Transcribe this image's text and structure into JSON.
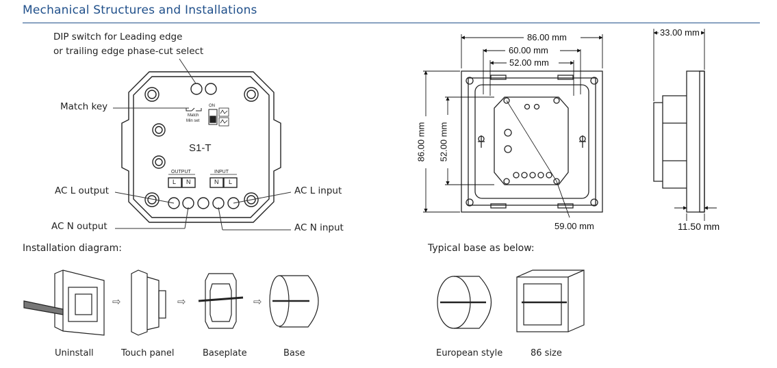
{
  "header": {
    "title": "Mechanical Structures and Installations"
  },
  "front_view": {
    "model": "S1-T",
    "dip_label_line1": "DIP switch for Leading edge",
    "dip_label_line2": "or trailing edge phase-cut select",
    "match_key_label": "Match key",
    "ac_l_output": "AC L output",
    "ac_n_output": "AC N output",
    "ac_l_input": "AC L input",
    "ac_n_input": "AC N input",
    "output_label": "OUTPUT",
    "input_label": "INPUT",
    "terminal_out_l": "L",
    "terminal_out_n": "N",
    "terminal_in_n": "N",
    "terminal_in_l": "L",
    "match_text": "Match",
    "minset_text": "Min set",
    "on_text": "ON"
  },
  "dimensions": {
    "outer_width": "86.00 mm",
    "inner_width": "60.00 mm",
    "module_width": "52.00 mm",
    "outer_height": "86.00 mm",
    "module_height": "52.00 mm",
    "hole_spacing": "59.00 mm",
    "depth_total": "33.00 mm",
    "panel_thickness": "11.50 mm"
  },
  "installation": {
    "heading": "Installation diagram:",
    "steps": [
      "Uninstall",
      "Touch panel",
      "Baseplate",
      "Base"
    ],
    "arrow_glyph": "⇨"
  },
  "typical_base": {
    "heading": "Typical base as below:",
    "items": [
      "European style",
      "86 size"
    ]
  }
}
